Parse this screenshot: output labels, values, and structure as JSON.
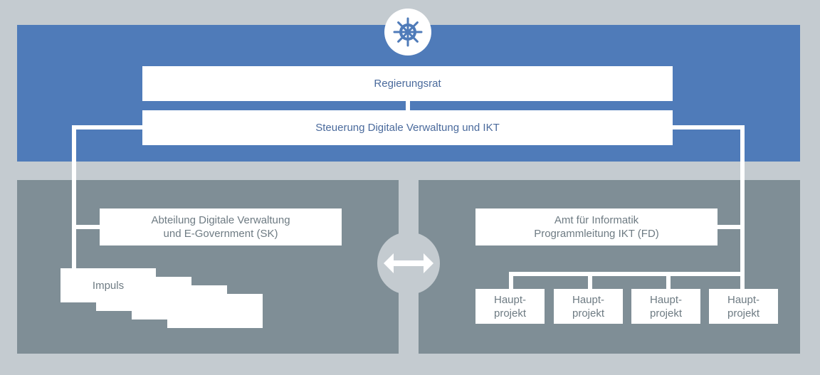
{
  "colors": {
    "background": "#c4cbd0",
    "top_panel": "#4f7bb9",
    "bottom_panel": "#7f8e96",
    "box": "#ffffff",
    "blue_text": "#4a6a9c",
    "gray_text": "#6e7b83"
  },
  "top": {
    "icon": "ship-wheel-icon",
    "regierungsrat": "Regierungsrat",
    "steuerung": "Steuerung Digitale Verwaltung und IKT"
  },
  "left": {
    "abteilung_line1": "Abteilung Digitale Verwaltung",
    "abteilung_line2": "und E-Government (SK)",
    "impuls": "Impuls"
  },
  "center": {
    "icon": "double-arrow-icon"
  },
  "right": {
    "amt_line1": "Amt für Informatik",
    "amt_line2": "Programmleitung IKT (FD)",
    "projects": [
      {
        "line1": "Haupt-",
        "line2": "projekt"
      },
      {
        "line1": "Haupt-",
        "line2": "projekt"
      },
      {
        "line1": "Haupt-",
        "line2": "projekt"
      },
      {
        "line1": "Haupt-",
        "line2": "projekt"
      }
    ]
  }
}
